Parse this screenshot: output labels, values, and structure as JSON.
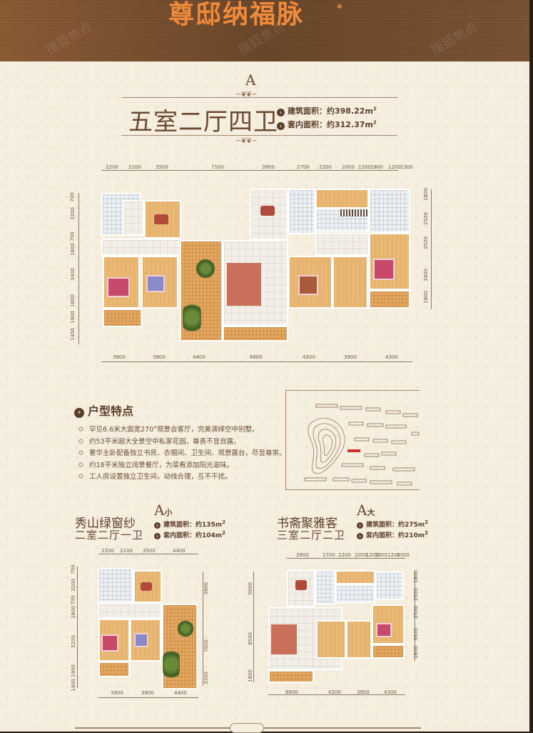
{
  "banner": {
    "title": "尊邸纳福脉",
    "star": "✶",
    "watermark": "搜狐焦点"
  },
  "unit_a": {
    "letter": "A",
    "layout": "五室二厅四卫",
    "gross_area_label": "建筑面积：约398.22m",
    "net_area_label": "套内面积：约312.37m",
    "sup": "2",
    "top_dims": [
      "2200",
      "2100",
      "3500",
      "7100",
      "3900",
      "2700",
      "2200",
      "2000",
      "1200",
      "1800",
      "1200",
      "1300"
    ],
    "bottom_dims": [
      "3900",
      "3900",
      "4400",
      "6600",
      "4200",
      "3900",
      "4300"
    ],
    "left_dims": [
      "700",
      "3200",
      "700",
      "1800",
      "3400",
      "1800",
      "1900",
      "1400"
    ],
    "right_dims": [
      "1800",
      "2500",
      "2500",
      "3400",
      "1800"
    ]
  },
  "features": {
    "title": "户型特点",
    "items": [
      "罕见6.6米大面宽270°观景会客厅，完美演绎空中别墅。",
      "约53平米超大全景空中私家花园，尊贵不显自露。",
      "奢华主卧配备独立书房、衣帽间、卫生间、观景露台，尽显尊崇。",
      "约18平米独立阔景餐厅，为菜肴添加阳光滋味。",
      "工人房设置独立卫生间，动线合理，互不干扰。"
    ]
  },
  "unit_a_small": {
    "name": "秀山绿窗纱",
    "layout": "二室二厅一卫",
    "letter": "A",
    "size_tag": "小",
    "gross_area_label": "建筑面积：约135m",
    "net_area_label": "套内面积：约104m",
    "sup": "2",
    "top_dims": [
      "2200",
      "2100",
      "3500",
      "4400"
    ],
    "bottom_dims": [
      "3900",
      "3900",
      "4400"
    ],
    "left_dims": [
      "700",
      "3200",
      "700",
      "1800",
      "5200",
      "1900",
      "1400"
    ],
    "right_dims": [
      "3900",
      "7000",
      "3300"
    ]
  },
  "unit_a_large": {
    "name": "书斋聚雅客",
    "layout": "三室二厅二卫",
    "letter": "A",
    "size_tag": "大",
    "gross_area_label": "建筑面积：约275m",
    "net_area_label": "套内面积：约210m",
    "sup": "2",
    "top_dims": [
      "3900",
      "2700",
      "2200",
      "2000",
      "1200",
      "1800",
      "1200",
      "1300"
    ],
    "bottom_dims": [
      "6600",
      "4200",
      "3900",
      "4300"
    ],
    "left_dims": [
      "5000",
      "8500",
      "1800"
    ],
    "right_dims": [
      "1800",
      "2500",
      "2500",
      "3400",
      "1800"
    ]
  },
  "colors": {
    "banner_bg": "#6e4a2c",
    "banner_title": "#ee8a3a",
    "paper": "#f6efdf",
    "text_brown": "#5a3e2a"
  }
}
